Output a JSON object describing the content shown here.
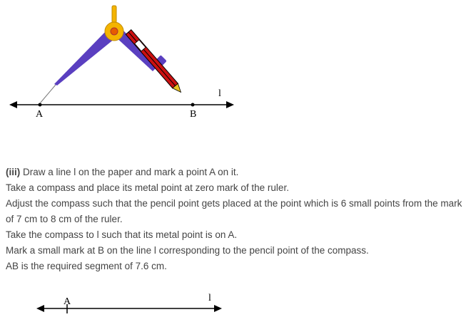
{
  "figure_top": {
    "point_a_label": "A",
    "point_b_label": "B",
    "line_label": "l"
  },
  "steps": {
    "step_number": "(iii)",
    "line1": " Draw a line l on the paper and mark a point A on it.",
    "line2": "Take a compass and place its metal point at zero mark of the ruler.",
    "line3": "Adjust the compass such that the pencil point gets placed at the point which is 6 small points from the mark of 7 cm to 8 cm of the ruler.",
    "line4": "Take the compass to l such that its metal point is on A.",
    "line5": "Mark a small mark at B on the line l corresponding to the pencil point of the compass.",
    "line6": "AB is the required segment of 7.6 cm."
  },
  "figure_bottom": {
    "point_a_label": "A",
    "line_label": "l"
  },
  "colors": {
    "compass_leg": "#5a3fc0",
    "compass_hinge": "#f4b400",
    "pencil_body": "#cc1111",
    "pencil_tip": "#e8c020"
  }
}
